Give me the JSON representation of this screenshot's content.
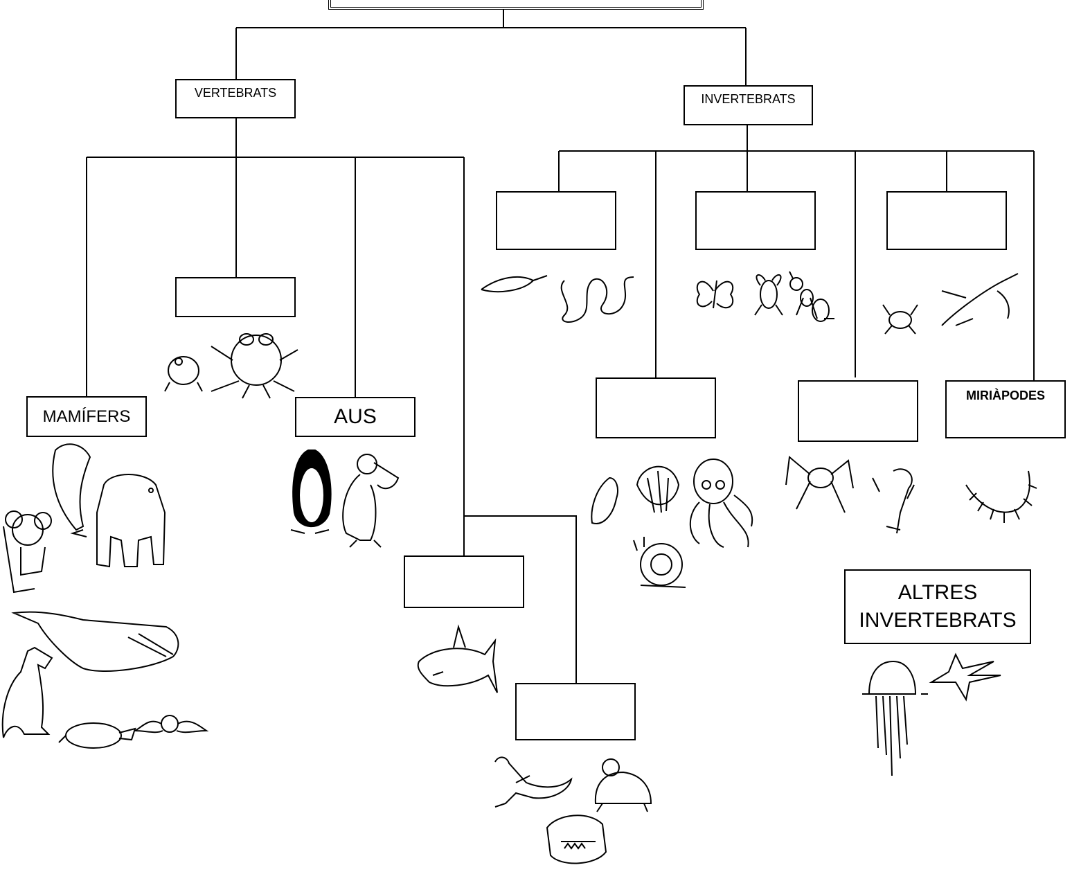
{
  "nodes": {
    "vertebrats": "VERTEBRATS",
    "invertebrats": "INVERTEBRATS",
    "mamifers": "MAMÍFERS",
    "aus": "AUS",
    "miriapodes": "MIRIÀPODES",
    "altres_line1": "ALTRES",
    "altres_line2": "INVERTEBRATS",
    "amfibis": "",
    "peixos": "",
    "reptils": "",
    "cucs": "",
    "insectes": "",
    "crustacis": "",
    "mol_luscs": "",
    "aracnids": ""
  },
  "illustrations": [
    "frog-icon",
    "dolphin-icon",
    "bear-icon",
    "koala-icon",
    "whale-icon",
    "kangaroo-icon",
    "platypus-icon",
    "bat-icon",
    "penguin-icon",
    "pelican-icon",
    "shark-icon",
    "lizard-icon",
    "turtle-icon",
    "crocodile-icon",
    "worm-icon",
    "butterfly-icon",
    "fly-icon",
    "ant-icon",
    "crab-icon",
    "lobster-icon",
    "shell-icon",
    "snail-icon",
    "octopus-icon",
    "spider-icon",
    "scorpion-icon",
    "centipede-icon",
    "jellyfish-icon",
    "starfish-icon"
  ]
}
